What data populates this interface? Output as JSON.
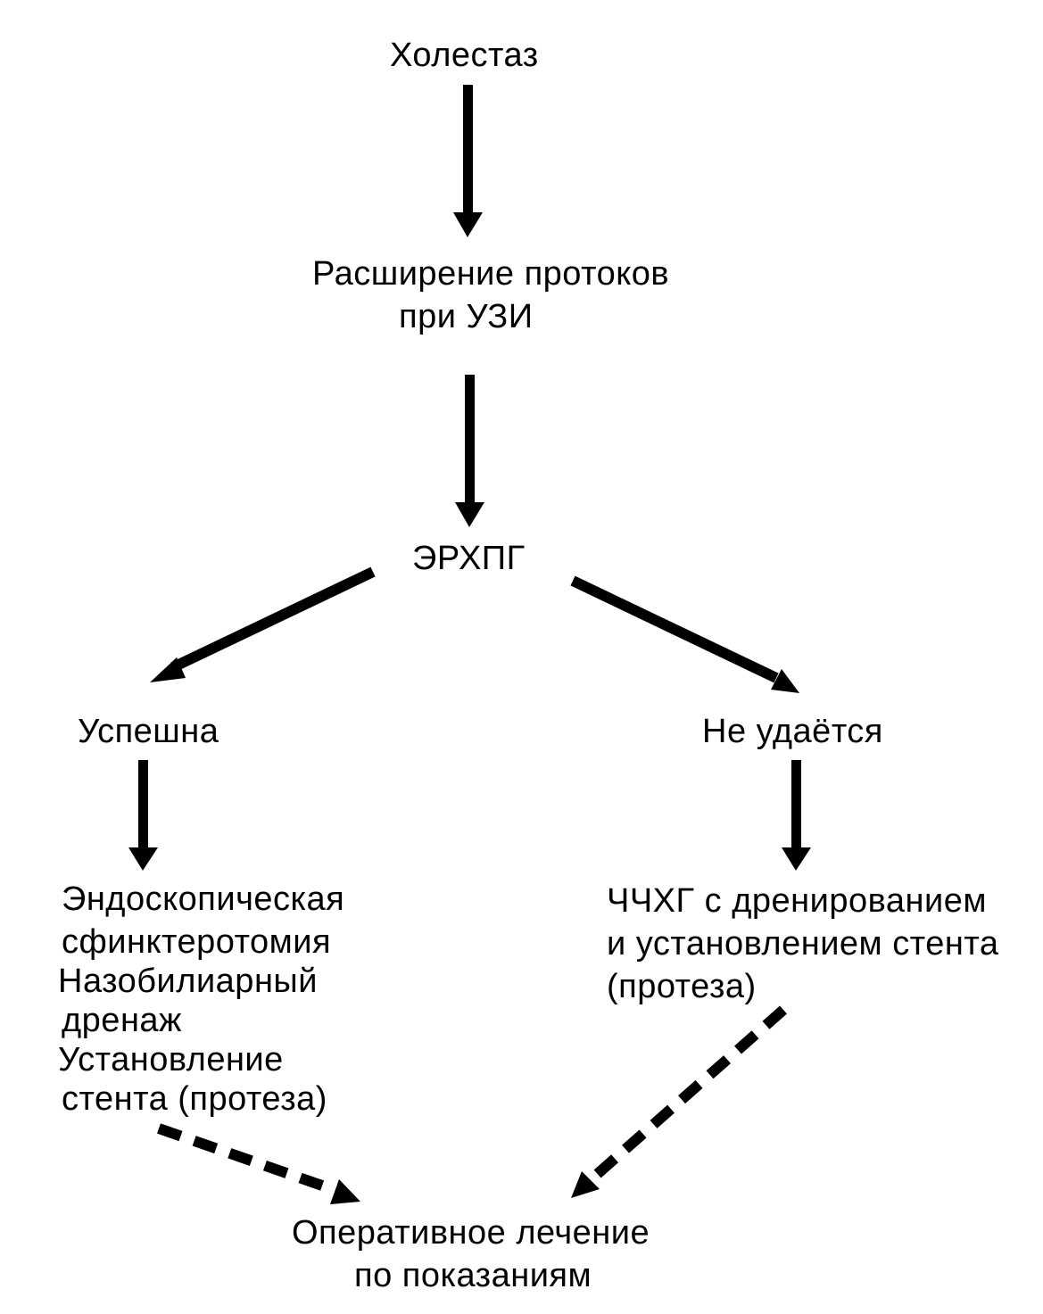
{
  "nodes": {
    "cholestasis": {
      "label": "Холестаз"
    },
    "duct_dilation": {
      "line1": "Расширение протоков",
      "line2": "при УЗИ"
    },
    "ercp": {
      "label": "ЭРХПГ"
    },
    "success": {
      "label": "Успешна"
    },
    "failure": {
      "label": "Не удаётся"
    },
    "endoscopic": {
      "line1": "Эндоскопическая",
      "line2": "сфинктеротомия",
      "line3": "Назобилиарный",
      "line4": "дренаж",
      "line5": "Установление",
      "line6": "стента (протеза)"
    },
    "ptc": {
      "line1": "ЧЧХГ с дренированием",
      "line2": "и установлением стента",
      "line3": "(протеза)"
    },
    "surgery": {
      "line1": "Оперативное лечение",
      "line2": "по показаниям"
    }
  },
  "colors": {
    "ink": "#000000",
    "background": "#ffffff"
  }
}
